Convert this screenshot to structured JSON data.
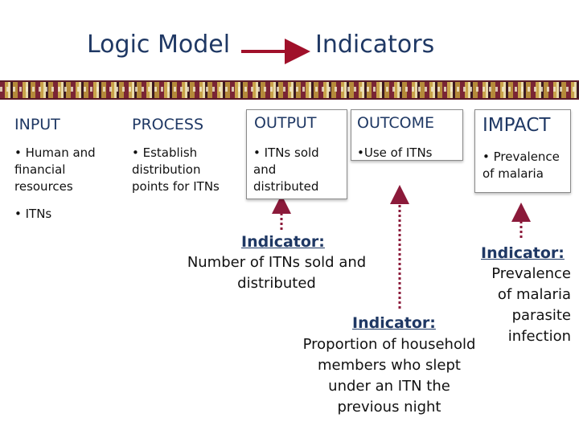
{
  "header": {
    "left_title": "Logic Model",
    "right_title": "Indicators",
    "arrow_color": "#a0102a"
  },
  "columns": [
    {
      "heading": "INPUT",
      "items": [
        "• Human and financial resources",
        "• ITNs"
      ]
    },
    {
      "heading": "PROCESS",
      "items": [
        "• Establish distribution points for ITNs"
      ]
    },
    {
      "heading": "OUTPUT",
      "items": [
        "• ITNs sold and distributed"
      ]
    },
    {
      "heading": "OUTCOME",
      "items": [
        "•Use of ITNs"
      ]
    },
    {
      "heading": "IMPACT",
      "items": [
        "• Prevalence of malaria"
      ]
    }
  ],
  "indicators": {
    "output": {
      "label": "Indicator:",
      "text": "Number of ITNs sold and distributed"
    },
    "outcome": {
      "label": "Indicator:",
      "text": "Proportion of household members who slept under an ITN the previous night"
    },
    "impact": {
      "label": "Indicator:",
      "text": "Prevalence of malaria parasite infection"
    }
  },
  "colors": {
    "heading": "#1f3864",
    "arrow": "#a0102a",
    "dotted_arrow": "#8b1a3a"
  }
}
